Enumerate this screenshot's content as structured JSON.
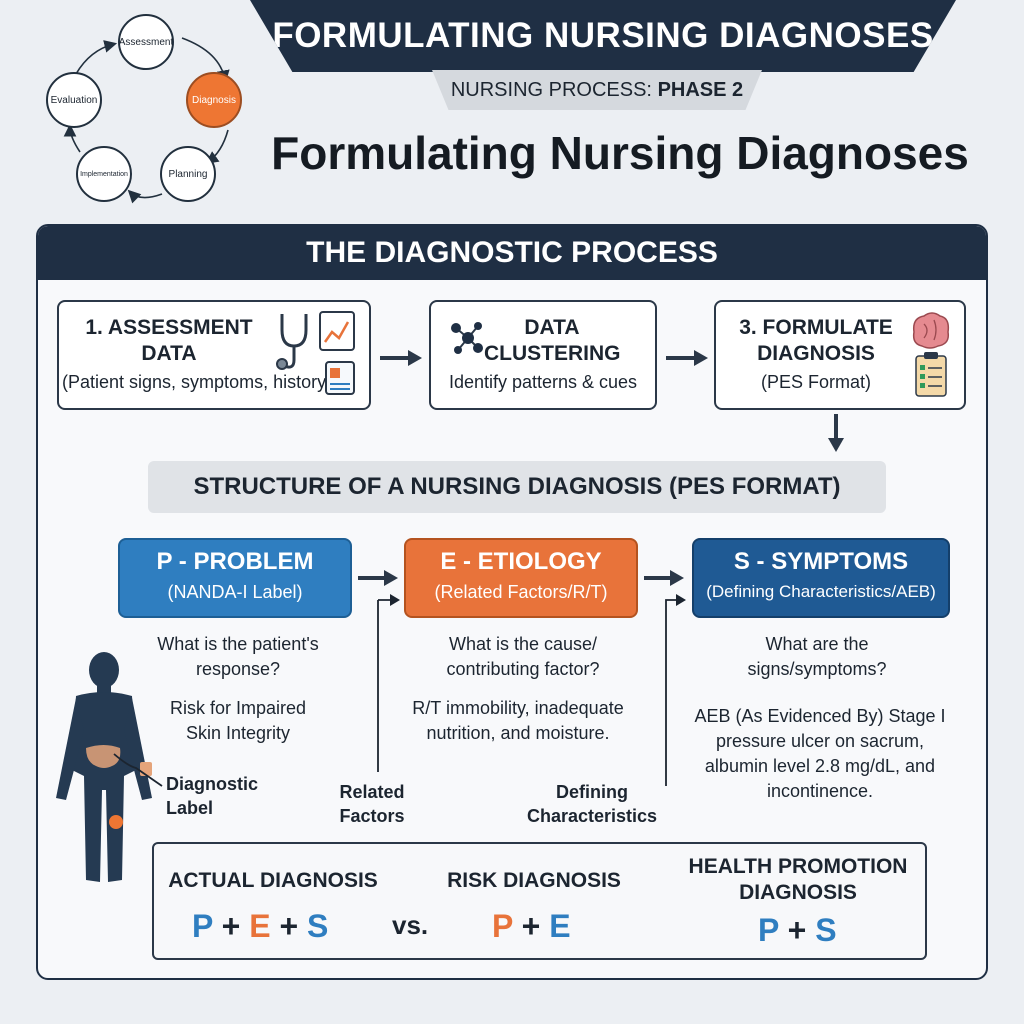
{
  "cycle": {
    "assessment": "Assessment",
    "diagnosis": "Diagnosis",
    "planning": "Planning",
    "implementation": "Implementation",
    "evaluation": "Evaluation"
  },
  "header": {
    "banner_title": "FORMULATING NURSING DIAGNOSES",
    "subtitle_prefix": "NURSING PROCESS: ",
    "subtitle_phase": "PHASE 2",
    "main_title": "Formulating Nursing Diagnoses"
  },
  "process": {
    "heading": "THE DIAGNOSTIC PROCESS",
    "step1_title": "1. ASSESSMENT DATA",
    "step1_sub": "(Patient signs, symptoms, history)",
    "step2_title": "DATA CLUSTERING",
    "step2_sub": "Identify patterns & cues",
    "step3_title": "3. FORMULATE DIAGNOSIS",
    "step3_sub": "(PES Format)"
  },
  "structure": {
    "heading": "STRUCTURE OF A NURSING DIAGNOSIS (PES FORMAT)",
    "p_title": "P - PROBLEM",
    "p_sub": "(NANDA-I Label)",
    "p_question": "What is the patient's response?",
    "p_example": "Risk for Impaired Skin Integrity",
    "e_title": "E - ETIOLOGY",
    "e_sub": "(Related Factors/R/T)",
    "e_question": "What is the cause/ contributing factor?",
    "e_example": "R/T immobility, inadequate nutrition, and moisture.",
    "s_title": "S - SYMPTOMS",
    "s_sub": "(Defining Characteristics/AEB)",
    "s_question": "What are the signs/symptoms?",
    "s_example": "AEB (As Evidenced By) Stage I pressure ulcer on sacrum, albumin level 2.8 mg/dL, and incontinence.",
    "label_diagnostic": "Diagnostic Label",
    "label_related": "Related Factors",
    "label_defining": "Defining Characteristics"
  },
  "types": {
    "actual_title": "ACTUAL DIAGNOSIS",
    "risk_title": "RISK DIAGNOSIS",
    "health_title": "HEALTH PROMOTION DIAGNOSIS",
    "vs": "vs.",
    "p": "P",
    "e": "E",
    "s": "S",
    "plus": "+"
  },
  "colors": {
    "navy": "#1f2f44",
    "problem_blue": "#2f7ec0",
    "etiology_orange": "#e8733a",
    "symptoms_blue": "#1f5a94"
  },
  "icons": [
    "stethoscope-icon",
    "chart-icon",
    "document-icon",
    "network-icon",
    "brain-icon",
    "clipboard-icon",
    "human-figure-icon"
  ]
}
